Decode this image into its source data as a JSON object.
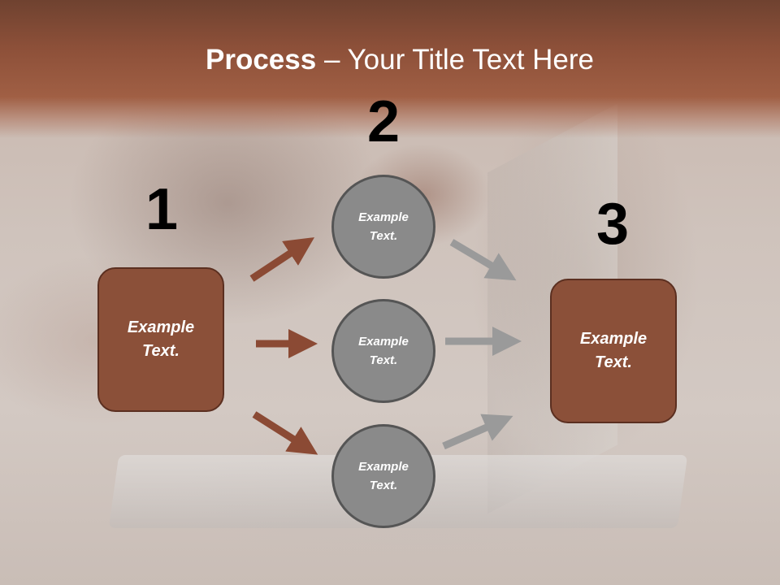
{
  "slide": {
    "title_bold": "Process",
    "title_rest": " – Your Title Text Here"
  },
  "steps": {
    "num1": "1",
    "num2": "2",
    "num3": "3"
  },
  "boxes": {
    "left": [
      "Example",
      "Text."
    ],
    "right": [
      "Example",
      "Text."
    ]
  },
  "circles": [
    [
      "Example",
      "Text."
    ],
    [
      "Example",
      "Text."
    ],
    [
      "Example",
      "Text."
    ]
  ],
  "colors": {
    "brown": "#8b5039",
    "brown_arrow": "#8b4a34",
    "gray_circle": "#8a8a8a",
    "gray_arrow": "#9a9a9a",
    "title_band": "#8d5039"
  }
}
